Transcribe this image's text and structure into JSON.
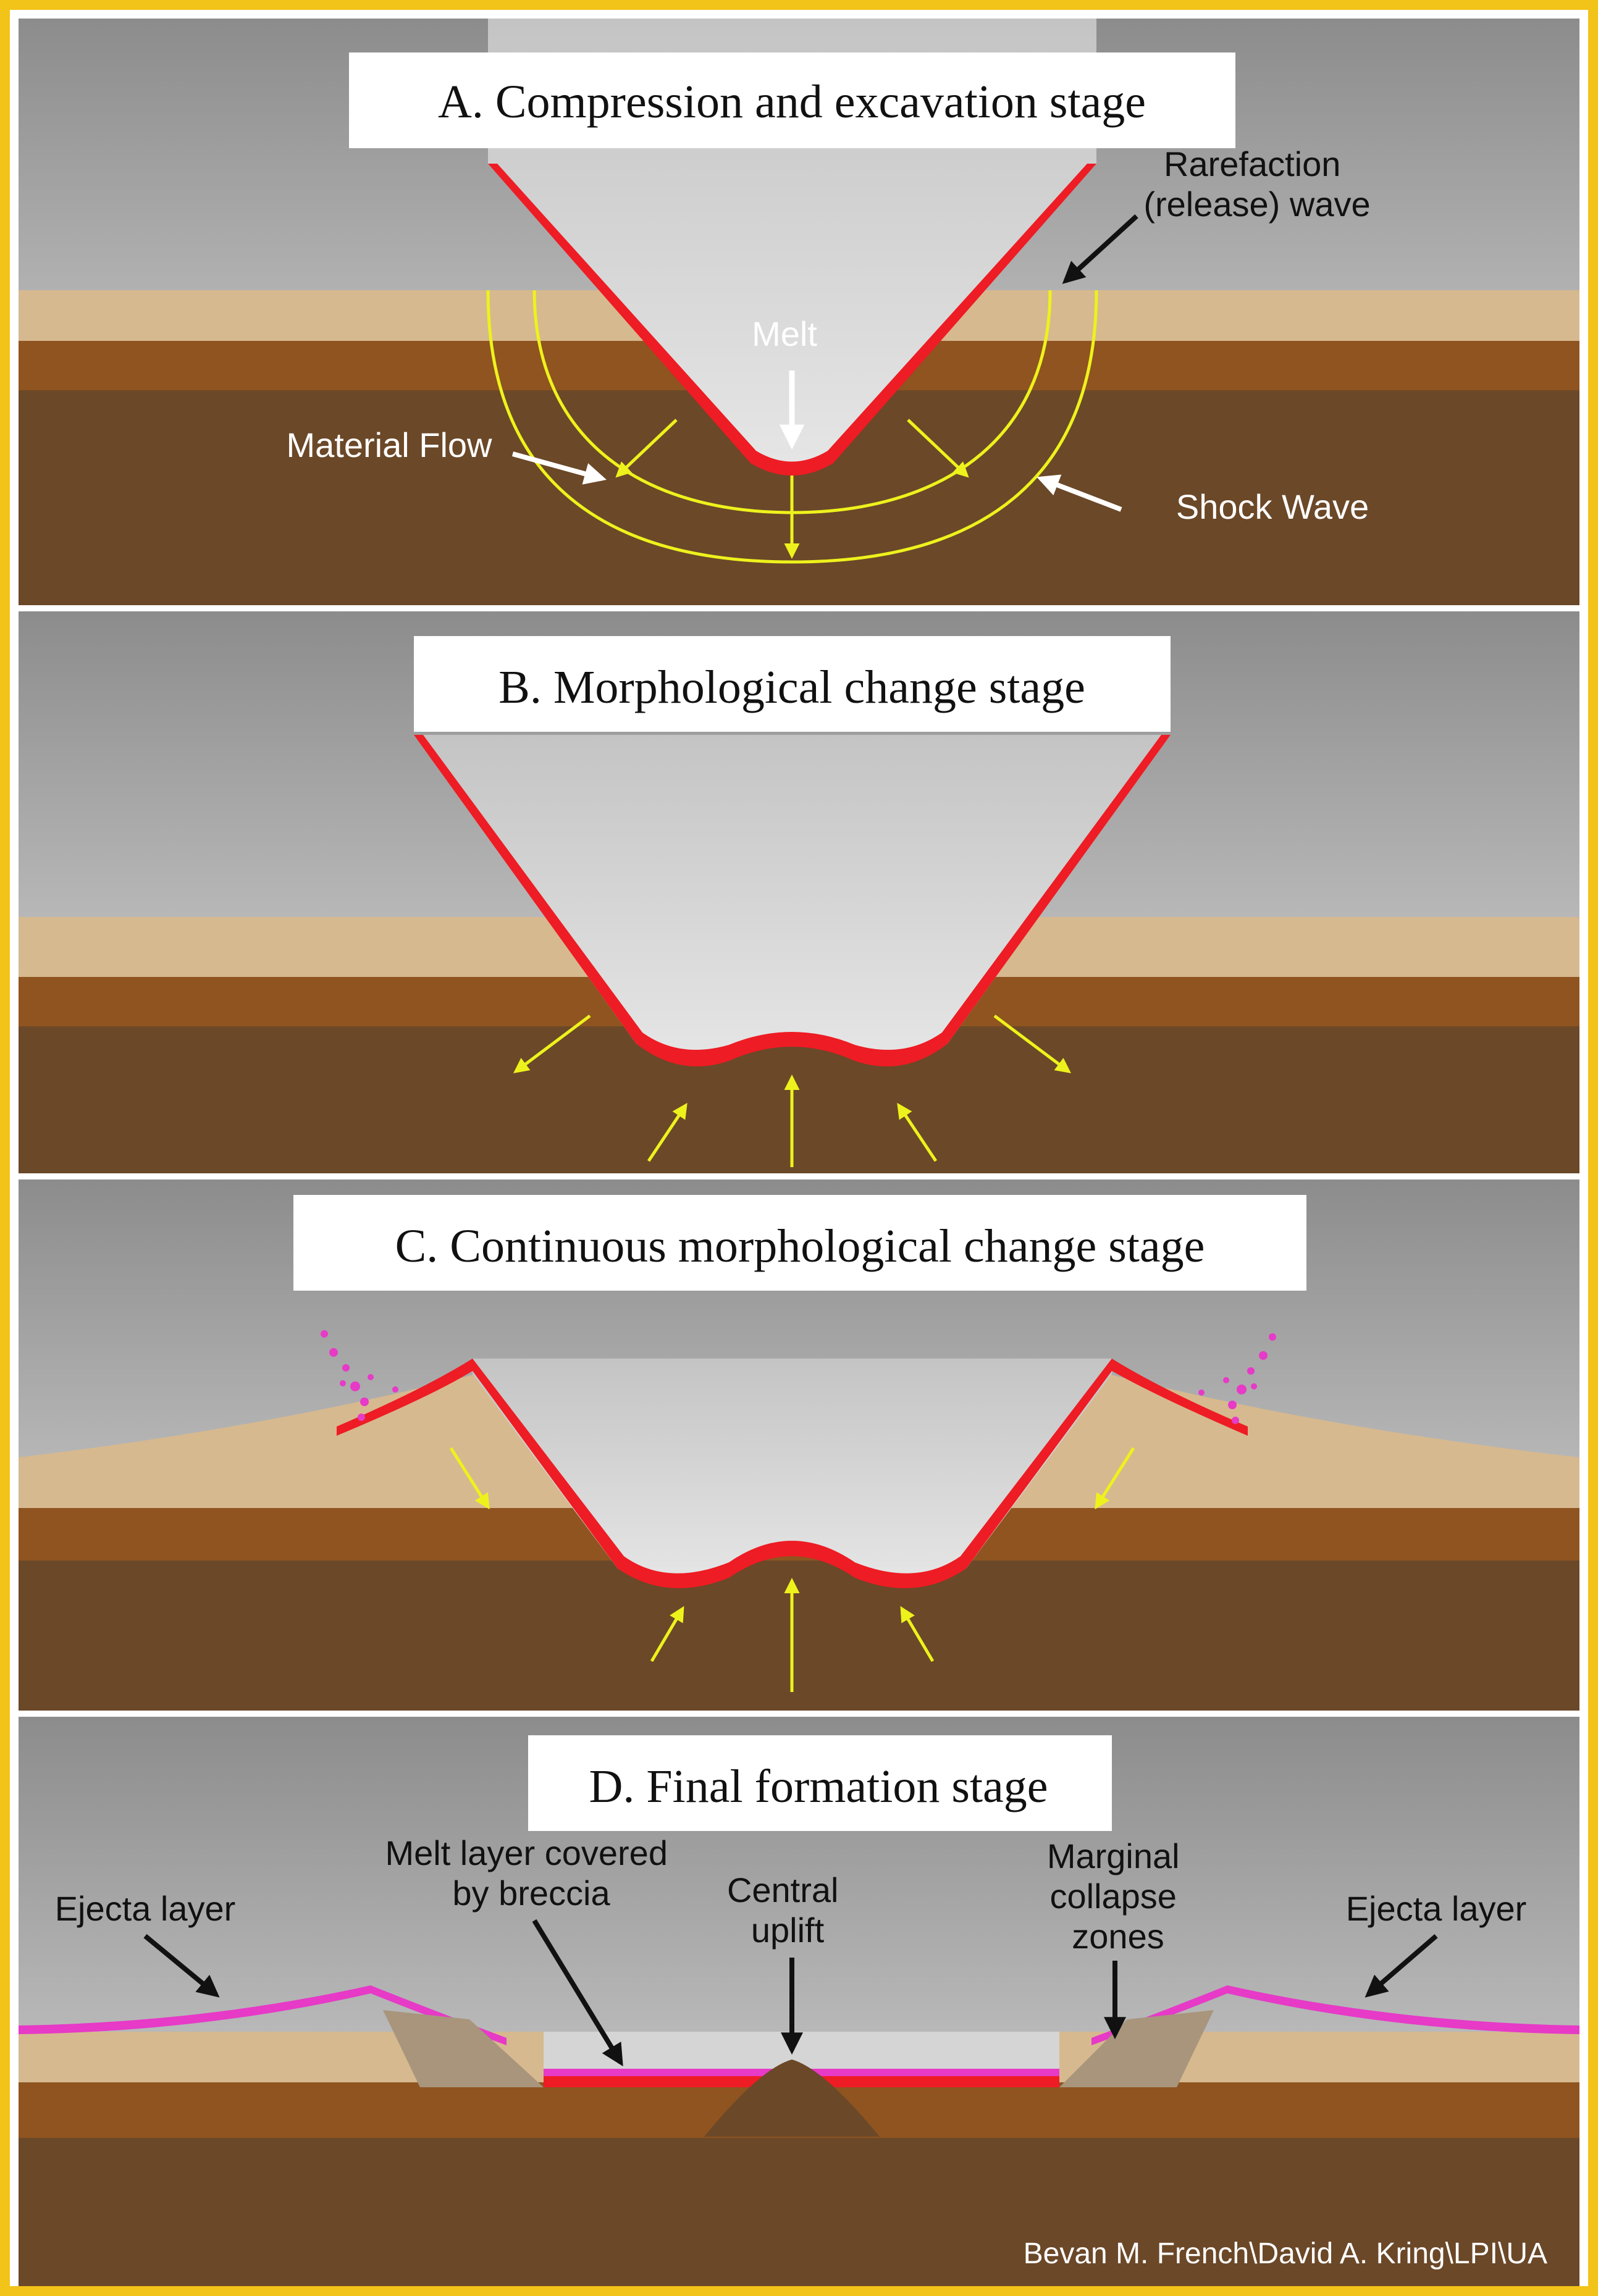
{
  "colors": {
    "frame": "#f2c318",
    "sky_top": "#8f8f8f",
    "sky_bottom": "#d9d9d9",
    "tan_layer": "#d7b98f",
    "mid_brown": "#8f5420",
    "dark_brown": "#6b4828",
    "melt": "#ee1c24",
    "breccia": "#e63ac7",
    "arrow_yellow": "#eef21c"
  },
  "panels": [
    {
      "title": "A. Compression and excavation stage",
      "labels": {
        "rarefaction": "Rarefaction\n(release) wave",
        "melt": "Melt",
        "material_flow": "Material Flow",
        "shock_wave": "Shock Wave"
      }
    },
    {
      "title": "B. Morphological change stage"
    },
    {
      "title": "C. Continuous morphological change stage"
    },
    {
      "title": "D. Final formation stage",
      "labels": {
        "ejecta_left": "Ejecta layer",
        "melt_layer": "Melt layer covered\nby breccia",
        "central_uplift": "Central\nuplift",
        "marginal": "Marginal\ncollapse\nzones",
        "ejecta_right": "Ejecta layer"
      }
    }
  ],
  "credit": "Bevan M. French\\David A. Kring\\LPI\\UA"
}
